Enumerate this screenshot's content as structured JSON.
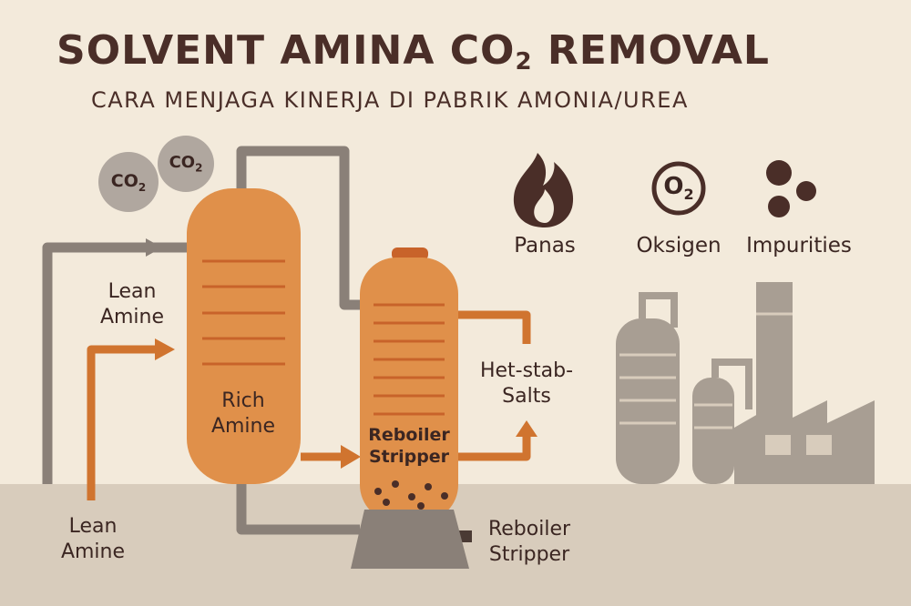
{
  "header": {
    "title_main": "SOLVENT AMINA CO",
    "title_sub": "2",
    "title_end": " REMOVAL",
    "subtitle": "CARA MENJAGA KINERJA DI PABRIK AMONIA/UREA"
  },
  "bubbles": [
    {
      "text": "CO",
      "sub": "2"
    },
    {
      "text": "CO",
      "sub": "2"
    }
  ],
  "labels": {
    "lean_amine_top": [
      "Lean",
      "Amine"
    ],
    "lean_amine_bottom": [
      "Lean",
      "Amine"
    ],
    "rich_amine": [
      "Rich",
      "Amine"
    ],
    "reboiler_stripper_vessel": [
      "Reboiler",
      "Stripper"
    ],
    "reboiler_stripper_bottom": [
      "Reboiler",
      "Stripper"
    ],
    "het_stab_salts": [
      "Het-stab-",
      "Salts"
    ]
  },
  "factors": [
    {
      "icon": "flame-icon",
      "label": "Panas"
    },
    {
      "icon": "oxygen-icon",
      "label": "Oksigen",
      "symbol": "O",
      "symbol_sub": "2"
    },
    {
      "icon": "particles-icon",
      "label": "Impurities"
    }
  ],
  "colors": {
    "background": "#f3eadb",
    "ground": "#d8ccbc",
    "orange": "#e0904a",
    "orange_dark": "#c8632a",
    "pipe_gray": "#8a8078",
    "factory_gray": "#a89e93",
    "text_dark": "#3b2622"
  }
}
